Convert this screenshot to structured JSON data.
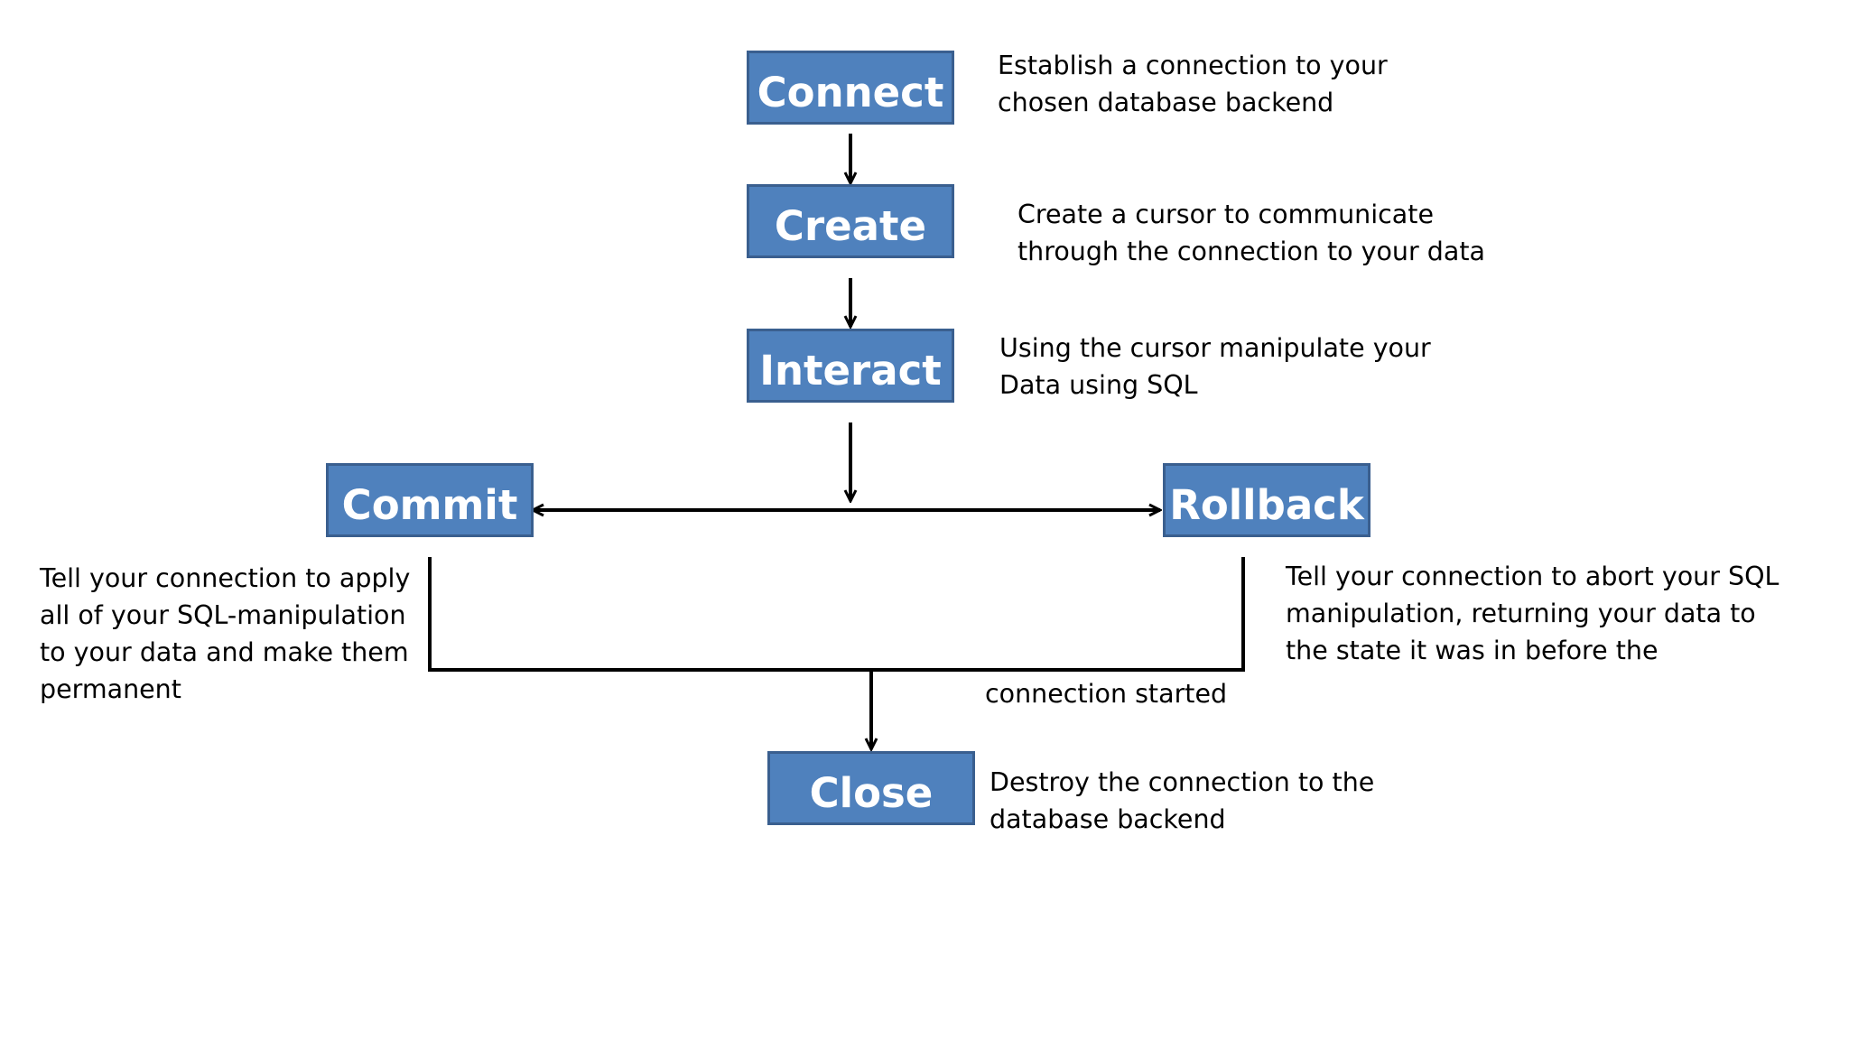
{
  "steps": {
    "connect": {
      "label": "Connect",
      "description": [
        "Establish a connection to your",
        "chosen database backend"
      ]
    },
    "create": {
      "label": "Create",
      "description": [
        "Create a cursor to communicate",
        "through the connection to your data"
      ]
    },
    "interact": {
      "label": "Interact",
      "description": [
        "Using the cursor manipulate your",
        "Data using SQL"
      ]
    },
    "commit": {
      "label": "Commit",
      "description": [
        "Tell your connection to apply",
        "all of your  SQL-manipulation",
        "to your data and make them",
        "permanent"
      ]
    },
    "rollback": {
      "label": "Rollback",
      "description": [
        "Tell your connection to abort your SQL",
        "manipulation, returning your data to",
        "the state it was in before the"
      ],
      "description_tail": "connection started"
    },
    "close": {
      "label": "Close",
      "description": [
        "Destroy the connection to the",
        "database backend"
      ]
    }
  },
  "colors": {
    "box_fill": "#4f81bd",
    "box_border": "#3a5f8f",
    "box_text": "#ffffff",
    "line": "#000000"
  }
}
